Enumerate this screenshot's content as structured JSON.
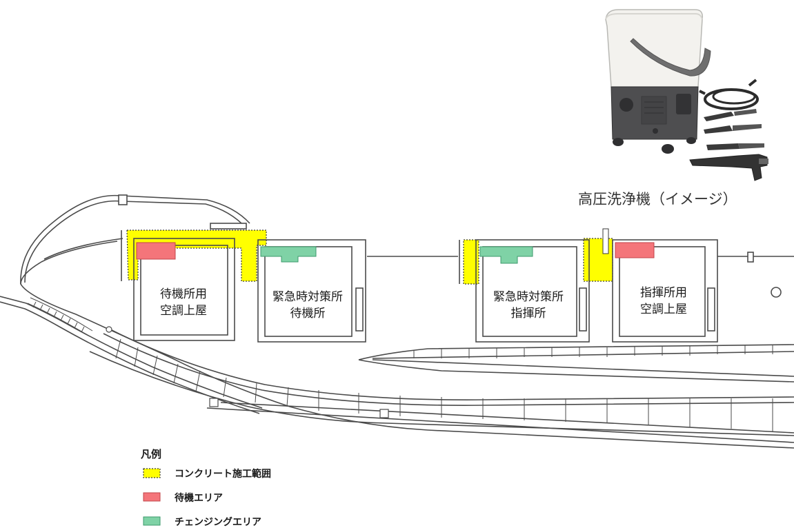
{
  "photo": {
    "caption": "高圧洗浄機（イメージ）",
    "icon": "pressure-washer"
  },
  "buildings": [
    {
      "id": "standby-ac",
      "label_lines": [
        "待機所用",
        "空調上屋"
      ]
    },
    {
      "id": "emergency-standby",
      "label_lines": [
        "緊急時対策所",
        "待機所"
      ]
    },
    {
      "id": "emergency-command",
      "label_lines": [
        "緊急時対策所",
        "指揮所"
      ]
    },
    {
      "id": "command-ac",
      "label_lines": [
        "指揮所用",
        "空調上屋"
      ]
    }
  ],
  "legend": {
    "title": "凡例",
    "items": [
      {
        "label": "コンクリート施工範囲",
        "color": "#ffff00",
        "border": "dotted"
      },
      {
        "label": "待機エリア",
        "color": "#f4757a",
        "border": "solid"
      },
      {
        "label": "チェンジングエリア",
        "color": "#7fd2a6",
        "border": "solid"
      }
    ]
  },
  "colors": {
    "line": "#4a4a4a",
    "concrete": "#ffff00",
    "standby_area": "#f4757a",
    "changing_area": "#7fd2a6"
  }
}
